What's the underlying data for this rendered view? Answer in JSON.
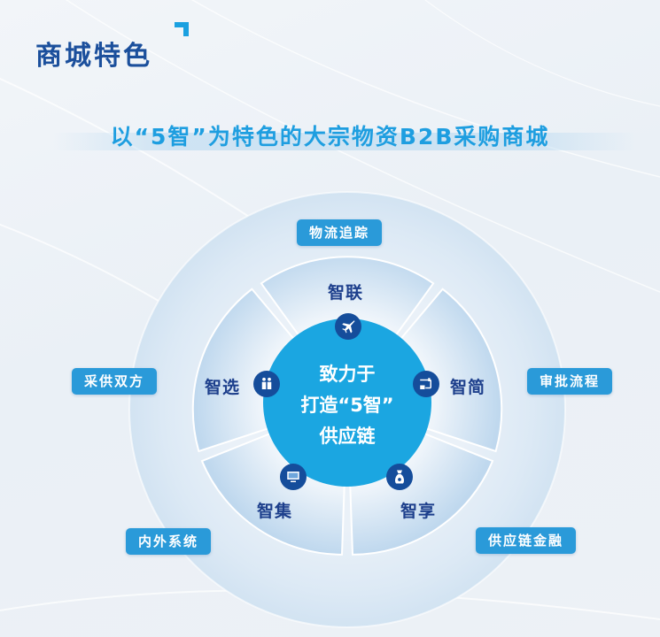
{
  "header": {
    "title": "商城特色",
    "subtitle": "以“5智”为特色的大宗物资B2B采购商城"
  },
  "diagram": {
    "center": {
      "lines": [
        "致力于",
        "打造“5智”",
        "供应链"
      ]
    },
    "segments": [
      {
        "label": "智联",
        "icon": "airplane-icon"
      },
      {
        "label": "智简",
        "icon": "workflow-icon"
      },
      {
        "label": "智享",
        "icon": "money-bag-icon"
      },
      {
        "label": "智集",
        "icon": "monitor-icon"
      },
      {
        "label": "智选",
        "icon": "people-icon"
      }
    ],
    "outer_tags": [
      {
        "label": "物流追踪"
      },
      {
        "label": "审批流程"
      },
      {
        "label": "供应链金融"
      },
      {
        "label": "内外系统"
      },
      {
        "label": "采供双方"
      }
    ]
  },
  "colors": {
    "title": "#1b4f9c",
    "subtitle": "#1e9ee0",
    "tag_bg": "#2a9ad9",
    "center_circle": "#1ba6e1",
    "icon_badge": "#154d9b",
    "segment_label": "#1d3f8c"
  }
}
